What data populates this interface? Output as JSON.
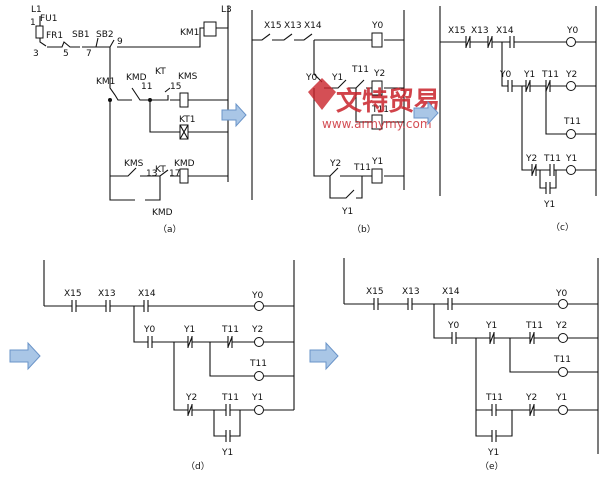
{
  "panels": {
    "a": {
      "caption": "（a）",
      "labels": {
        "l1": "L1",
        "l3": "L3",
        "fu1": "FU1",
        "n1": "1",
        "n3": "3",
        "fr1": "FR1",
        "n5": "5",
        "sb1": "SB1",
        "n7": "7",
        "sb2": "SB2",
        "n9": "9",
        "km1_coil": "KM1",
        "km1_contact": "KM1",
        "kmd_top": "KMD",
        "kt_top": "KT",
        "n11": "11",
        "n15": "15",
        "kms_coil": "KMS",
        "kt1_coil": "KT1",
        "kms_bottom": "KMS",
        "n13": "13",
        "kt_bottom": "KT",
        "n17": "17",
        "kmd_coil": "KMD",
        "kmd_bottom": "KMD"
      }
    },
    "b": {
      "caption": "（b）",
      "labels": {
        "x15": "X15",
        "x13": "X13",
        "x14": "X14",
        "y0_coil": "Y0",
        "y0_contact": "Y0",
        "y1_contact": "Y1",
        "t11_contact": "T11",
        "y2_coil": "Y2",
        "t11_coil": "T11",
        "y2_contact": "Y2",
        "t11_bottom": "T11",
        "y1_coil": "Y1",
        "y1_bottom": "Y1"
      }
    },
    "c": {
      "caption": "（c）",
      "labels": {
        "x15": "X15",
        "x13": "X13",
        "x14": "X14",
        "y0_coil": "Y0",
        "y0_contact": "Y0",
        "y1_contact": "Y1",
        "t11_contact": "T11",
        "y2_coil": "Y2",
        "t11_coil": "T11",
        "y2_contact": "Y2",
        "t11_bottom": "T11",
        "y1_coil": "Y1",
        "y1_bottom": "Y1"
      }
    },
    "d": {
      "caption": "（d）",
      "labels": {
        "x15": "X15",
        "x13": "X13",
        "x14": "X14",
        "y0_coil": "Y0",
        "y0_contact": "Y0",
        "y1_contact": "Y1",
        "t11_contact": "T11",
        "y2_coil": "Y2",
        "t11_coil": "T11",
        "y2_contact": "Y2",
        "t11_bottom": "T11",
        "y1_coil": "Y1",
        "y1_bottom": "Y1"
      }
    },
    "e": {
      "caption": "（e）",
      "labels": {
        "x15": "X15",
        "x13": "X13",
        "x14": "X14",
        "y0_coil": "Y0",
        "y0_contact": "Y0",
        "y1_contact": "Y1",
        "t11_contact": "T11",
        "y2_coil": "Y2",
        "t11_coil": "T11",
        "t11_bottom": "T11",
        "y2_contact": "Y2",
        "y1_coil": "Y1",
        "y1_bottom": "Y1"
      }
    }
  },
  "watermark": {
    "brand": "文特贸易",
    "url": "www.armymy.com"
  },
  "colors": {
    "ink": "#111111",
    "arrow_fill": "#a9c6e6",
    "watermark": "#c9232b"
  }
}
